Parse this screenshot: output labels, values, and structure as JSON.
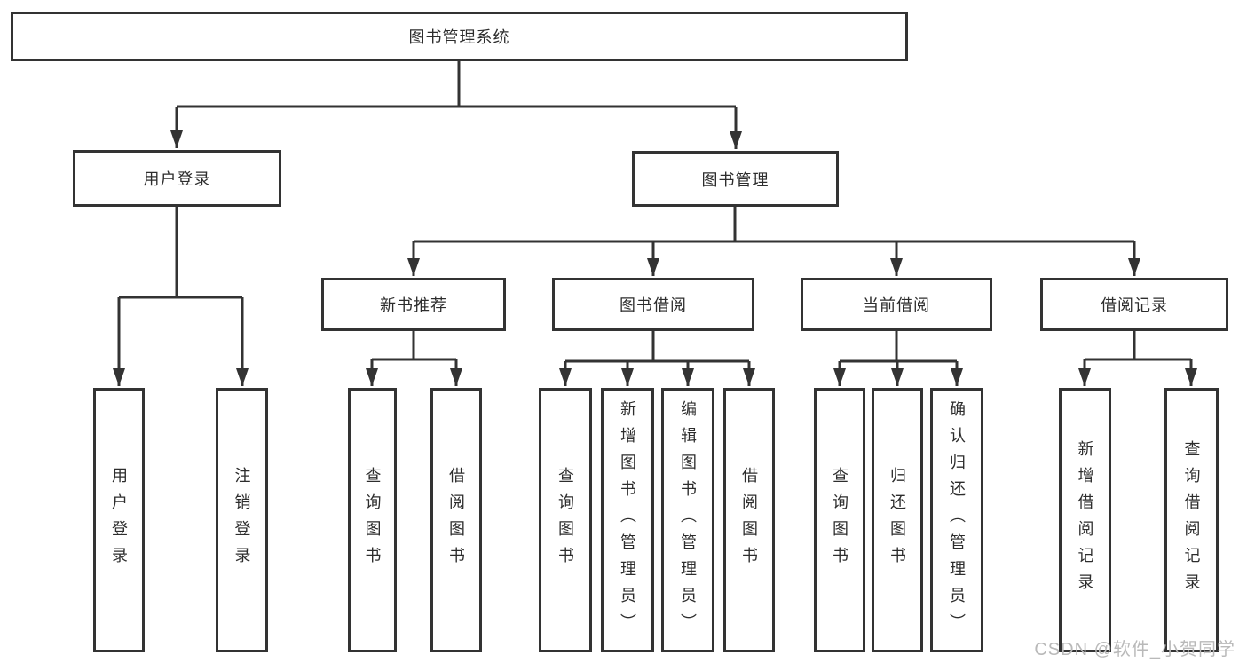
{
  "tree": {
    "label": "图书管理系统",
    "children": [
      {
        "label": "用户登录",
        "children": [
          {
            "label": "用户登录"
          },
          {
            "label": "注销登录"
          }
        ]
      },
      {
        "label": "图书管理",
        "children": [
          {
            "label": "新书推荐",
            "children": [
              {
                "label": "查询图书"
              },
              {
                "label": "借阅图书"
              }
            ]
          },
          {
            "label": "图书借阅",
            "children": [
              {
                "label": "查询图书"
              },
              {
                "label": "新增图书（管理员）"
              },
              {
                "label": "编辑图书（管理员）"
              },
              {
                "label": "借阅图书"
              }
            ]
          },
          {
            "label": "当前借阅",
            "children": [
              {
                "label": "查询图书"
              },
              {
                "label": "归还图书"
              },
              {
                "label": "确认归还（管理员）"
              }
            ]
          },
          {
            "label": "借阅记录",
            "children": [
              {
                "label": "新增借阅记录"
              },
              {
                "label": "查询借阅记录"
              }
            ]
          }
        ]
      }
    ]
  },
  "watermark": {
    "text": "CSDN @软件_小贺同学"
  },
  "colors": {
    "line": "#333333",
    "node_border": "#333333",
    "node_text": "#2d2d2d",
    "watermark_text": "#b9b9b9",
    "background": "#ffffff"
  }
}
